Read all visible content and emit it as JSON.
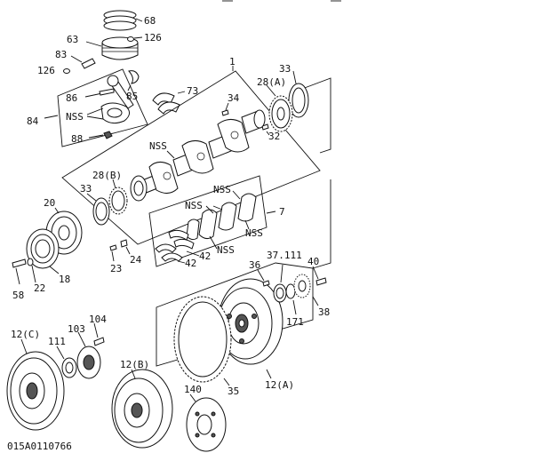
{
  "diagram": {
    "code": "015A0110766",
    "labels": {
      "p68": "68",
      "p63": "63",
      "p126a": "126",
      "p83": "83",
      "p126b": "126",
      "p86": "86",
      "p85": "85",
      "p84": "84",
      "nss1": "NSS",
      "p88": "88",
      "p73": "73",
      "p1": "1",
      "p33a": "33",
      "p28a": "28(A)",
      "p34": "34",
      "p32": "32",
      "nss2": "NSS",
      "p28b": "28(B)",
      "p33b": "33",
      "nss3": "NSS",
      "nss4": "NSS",
      "p7": "7",
      "nss5": "NSS",
      "nss6": "NSS",
      "p20": "20",
      "p42a": "42",
      "p42b": "42",
      "p23": "23",
      "p24": "24",
      "p58": "58",
      "p22": "22",
      "p18": "18",
      "p36": "36",
      "p37": "37.111",
      "p40": "40",
      "p38": "38",
      "p171": "171",
      "p12c": "12(C)",
      "p103": "103",
      "p104": "104",
      "p111": "111",
      "p12b": "12(B)",
      "p140": "140",
      "p35": "35",
      "p12a": "12(A)"
    }
  }
}
